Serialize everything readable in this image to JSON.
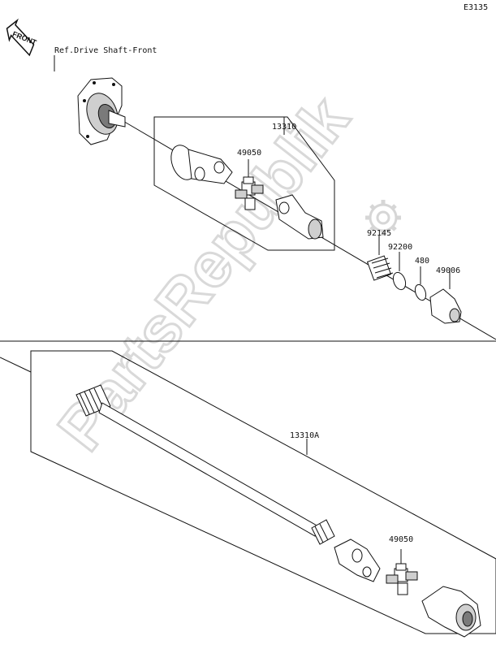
{
  "diagram_code": "E3135",
  "front_arrow_text": "FRONT",
  "ref_label": "Ref.Drive Shaft-Front",
  "watermark_text": "PartsRepublik",
  "callouts": {
    "assy_upper": "13310",
    "spider_upper": "49050",
    "spring": "92145",
    "ring": "92200",
    "circlip": "480",
    "boot": "49006",
    "assy_lower": "13310A",
    "spider_lower": "49050"
  }
}
